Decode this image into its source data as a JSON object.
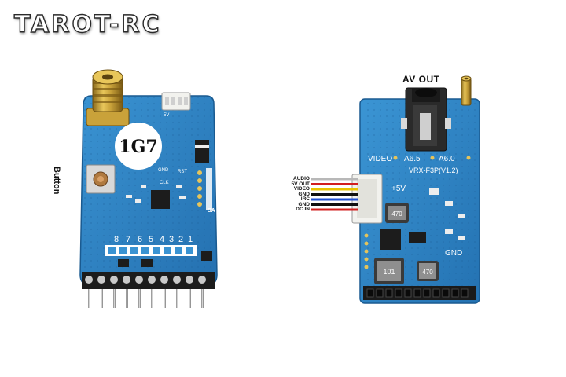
{
  "brand": {
    "logo_text": "TAROT-RC"
  },
  "left_module": {
    "chip_label": "1G7",
    "button_label": "Button",
    "channel_numbers": [
      "8",
      "7",
      "6",
      "5",
      "4",
      "3",
      "2",
      "1"
    ],
    "pad_labels": [
      "GND",
      "RST",
      "CLK",
      "5V",
      "SA"
    ]
  },
  "right_module": {
    "av_out_label": "AV OUT",
    "video_label": "VIDEO",
    "a65_label": "A6.5",
    "a60_label": "A6.0",
    "model_label": "VRX-F3P(V1.2)",
    "plus5v_label": "+5V",
    "gnd_label": "GND",
    "inductor_top": "470",
    "inductor_big": "101",
    "inductor_right": "470",
    "wire_labels": [
      "AUDIO",
      "5V OUT",
      "VIDEO",
      "GND",
      "IRC",
      "GND",
      "DC IN"
    ],
    "wire_colors": [
      "#b8b8b8",
      "#d21f1f",
      "#e8c400",
      "#111111",
      "#1f4fd2",
      "#111111",
      "#d21f1f"
    ]
  },
  "colors": {
    "pcb_blue": "#2f86c6",
    "pcb_blue_dark": "#1e6aa6",
    "silkscreen": "#ffffff"
  }
}
